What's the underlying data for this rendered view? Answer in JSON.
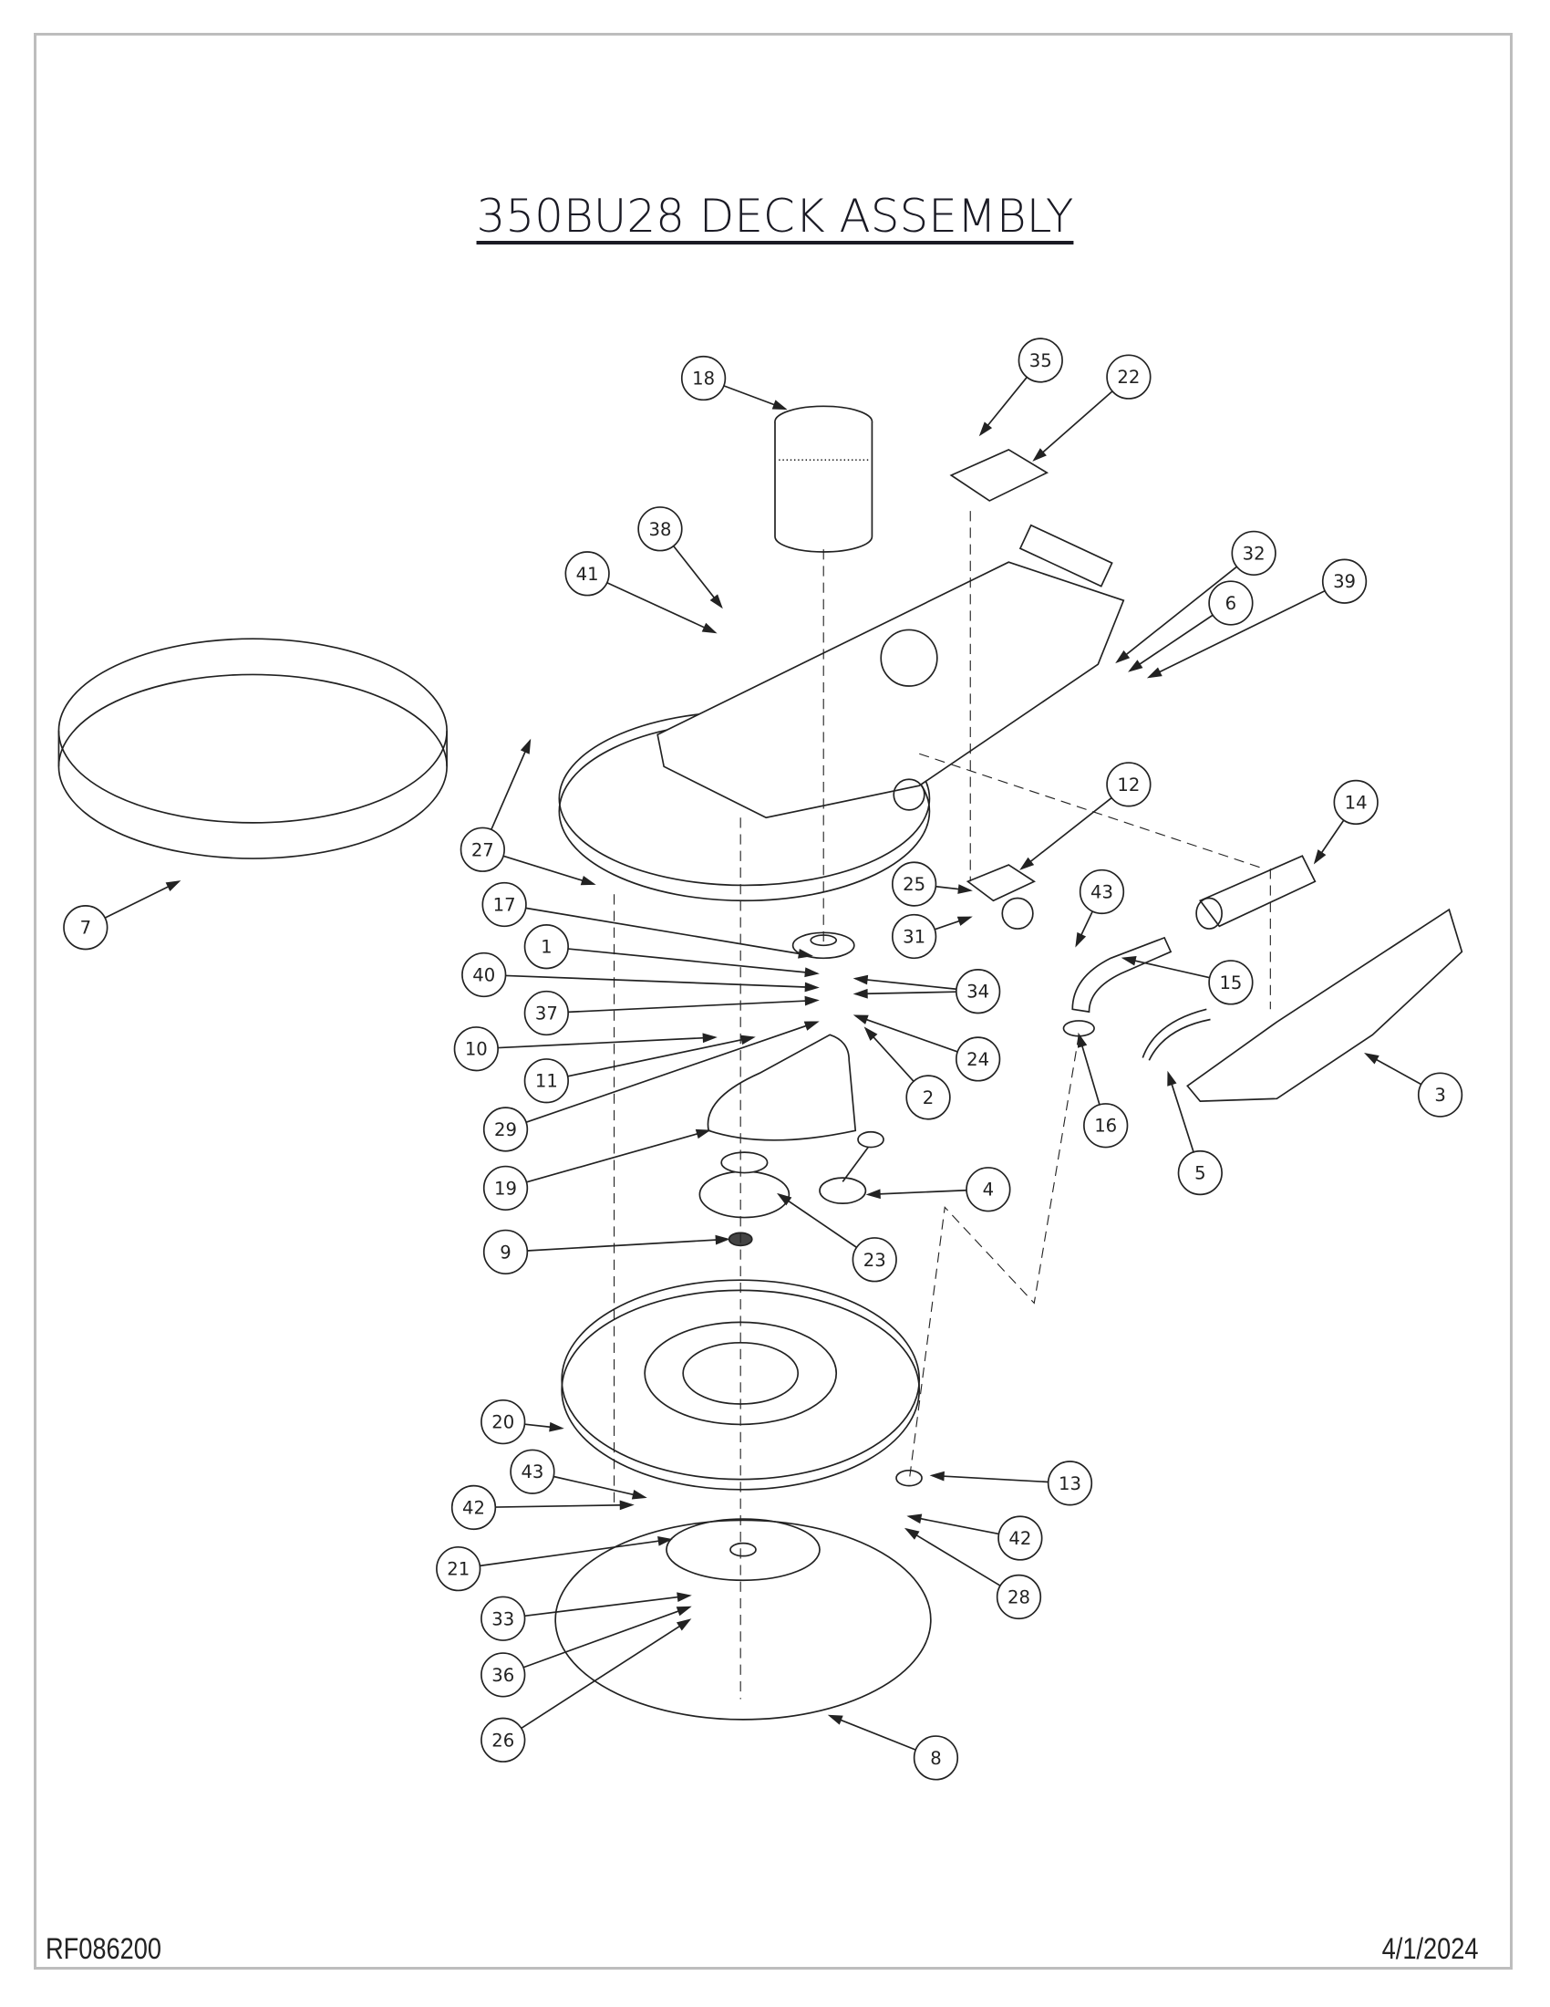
{
  "title": "350BU28 DECK ASSEMBLY",
  "document_number": "RF086200",
  "date": "4/1/2024",
  "callouts": [
    "18",
    "35",
    "22",
    "38",
    "41",
    "32",
    "6",
    "39",
    "7",
    "27",
    "12",
    "14",
    "25",
    "31",
    "43",
    "17",
    "1",
    "40",
    "37",
    "34",
    "10",
    "15",
    "24",
    "11",
    "2",
    "16",
    "3",
    "29",
    "5",
    "19",
    "4",
    "9",
    "23",
    "20",
    "43",
    "42",
    "13",
    "42",
    "21",
    "28",
    "33",
    "36",
    "26",
    "8"
  ]
}
